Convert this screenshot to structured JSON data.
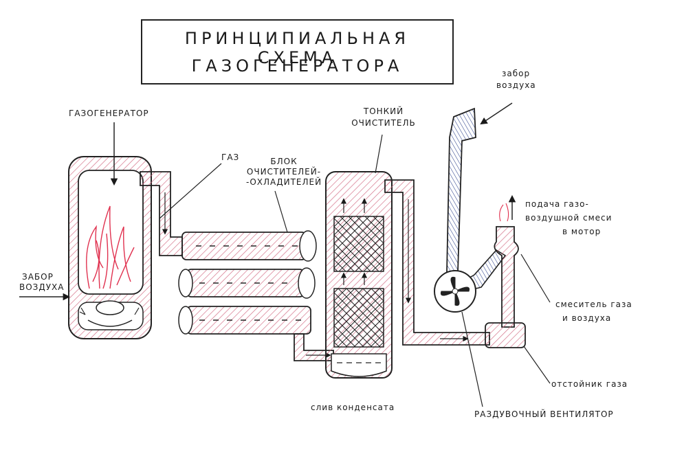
{
  "title": {
    "line1": "ПРИНЦИПИАЛЬНАЯ СХЕМА",
    "line2": "ГАЗОГЕНЕРАТОРА"
  },
  "labels": {
    "gas_generator": "ГАЗОГЕНЕРАТОР",
    "gas": "ГАЗ",
    "cooler_block_1": "БЛОК",
    "cooler_block_2": "ОЧИСТИТЕЛЕЙ-",
    "cooler_block_3": "-ОХЛАДИТЕЛЕЙ",
    "fine_cleaner_1": "ТОНКИЙ",
    "fine_cleaner_2": "ОЧИСТИТЕЛЬ",
    "air_intake_top_1": "забор",
    "air_intake_top_2": "воздуха",
    "air_intake_left_1": "ЗАБОР",
    "air_intake_left_2": "ВОЗДУХА",
    "engine_feed_1": "подача газо-",
    "engine_feed_2": "воздушной смеси",
    "engine_feed_3": "в мотор",
    "mixer_1": "смеситель газа",
    "mixer_2": "и воздуха",
    "settler": "отстойник газа",
    "condensate": "слив конденсата",
    "fan": "РАЗДУВОЧНЫЙ ВЕНТИЛЯТОР"
  },
  "colors": {
    "ink": "#1a1a1a",
    "hatch": "#c9506a",
    "flame": "#e0304e",
    "air": "#2a3f8a"
  }
}
